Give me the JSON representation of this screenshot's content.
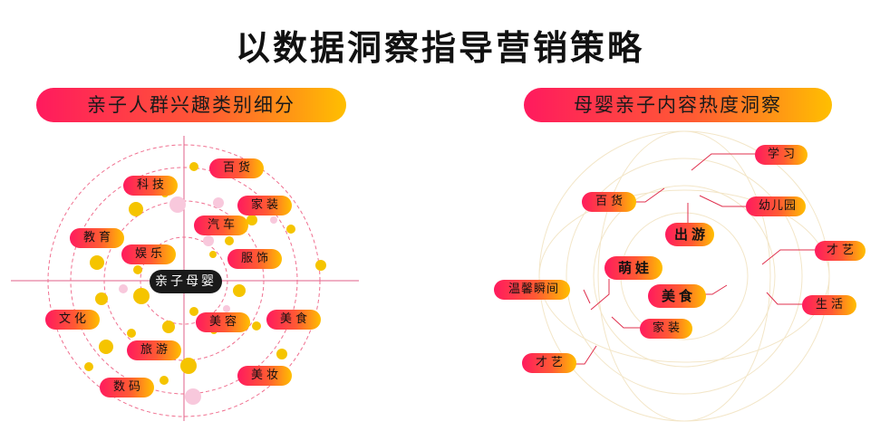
{
  "title": "以数据洞察指导营销策略",
  "left_panel": {
    "heading": "亲子人群兴趣类别细分",
    "center": "亲子母婴",
    "categories": [
      "百货",
      "科技",
      "家装",
      "汽车",
      "教育",
      "娱乐",
      "服饰",
      "文化",
      "美容",
      "美食",
      "旅游",
      "美妆",
      "数码"
    ]
  },
  "right_panel": {
    "heading": "母婴亲子内容热度洞察",
    "topics": [
      "学习",
      "百货",
      "幼儿园",
      "出游",
      "才艺",
      "萌娃",
      "温馨瞬间",
      "美食",
      "生活",
      "家装",
      "才艺"
    ]
  },
  "colors": {
    "gradient_start": "#ff1a5e",
    "gradient_end": "#ffbf00",
    "ring": "#f07090",
    "bubble_yellow": "#f5c400",
    "bubble_pink": "#f8c8dc"
  }
}
